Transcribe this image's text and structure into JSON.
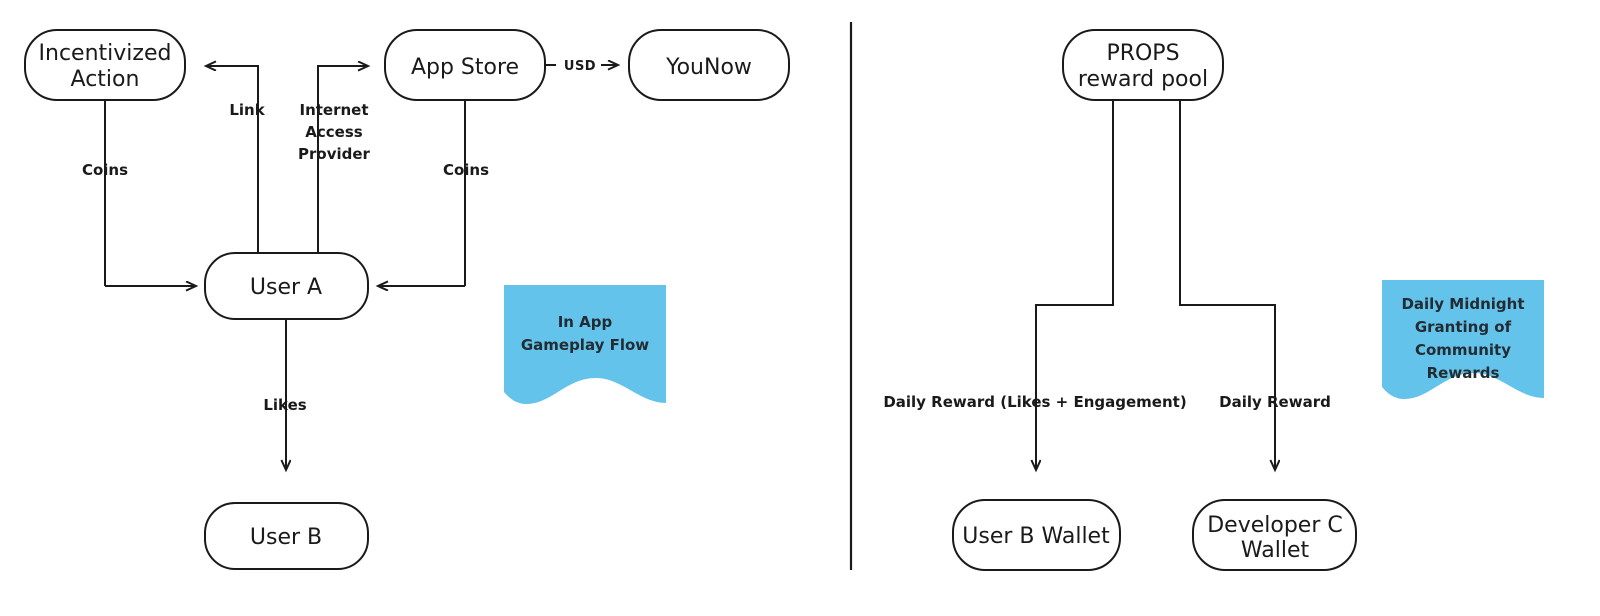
{
  "colors": {
    "stroke": "#1a1a1a",
    "text": "#1a1a1a",
    "banner_blue": "#64C3EA",
    "banner_text": "#222c33",
    "background": "#ffffff"
  },
  "left_panel": {
    "title": "In App Gameplay Flow",
    "nodes": [
      {
        "id": "incentivized-action",
        "label_line1": "Incentivized",
        "label_line2": "Action"
      },
      {
        "id": "app-store",
        "label_line1": "App Store",
        "label_line2": ""
      },
      {
        "id": "younow",
        "label_line1": "YouNow",
        "label_line2": ""
      },
      {
        "id": "user-a",
        "label_line1": "User A",
        "label_line2": ""
      },
      {
        "id": "user-b",
        "label_line1": "User B",
        "label_line2": ""
      }
    ],
    "edge_labels": [
      {
        "id": "coins-left",
        "text": "Coins"
      },
      {
        "id": "link",
        "text": "Link"
      },
      {
        "id": "iap-1",
        "text": "Internet"
      },
      {
        "id": "iap-2",
        "text": "Access"
      },
      {
        "id": "iap-3",
        "text": "Provider"
      },
      {
        "id": "usd",
        "text": "USD"
      },
      {
        "id": "coins-right",
        "text": "Coins"
      },
      {
        "id": "likes",
        "text": "Likes"
      }
    ],
    "banner": {
      "line1": "In App",
      "line2": "Gameplay Flow"
    }
  },
  "right_panel": {
    "title": "Daily Midnight Granting of Community Rewards",
    "nodes": [
      {
        "id": "props-reward-pool",
        "label_line1": "PROPS",
        "label_line2": "reward pool"
      },
      {
        "id": "user-b-wallet",
        "label_line1": "User B Wallet",
        "label_line2": ""
      },
      {
        "id": "developer-c-wallet",
        "label_line1": "Developer C",
        "label_line2": "Wallet"
      }
    ],
    "edge_labels": [
      {
        "id": "daily-reward-likes-engagement",
        "text": "Daily Reward (Likes + Engagement)"
      },
      {
        "id": "daily-reward",
        "text": "Daily Reward"
      }
    ],
    "banner": {
      "line1": "Daily Midnight",
      "line2": "Granting of",
      "line3": "Community",
      "line4": "Rewards"
    }
  }
}
